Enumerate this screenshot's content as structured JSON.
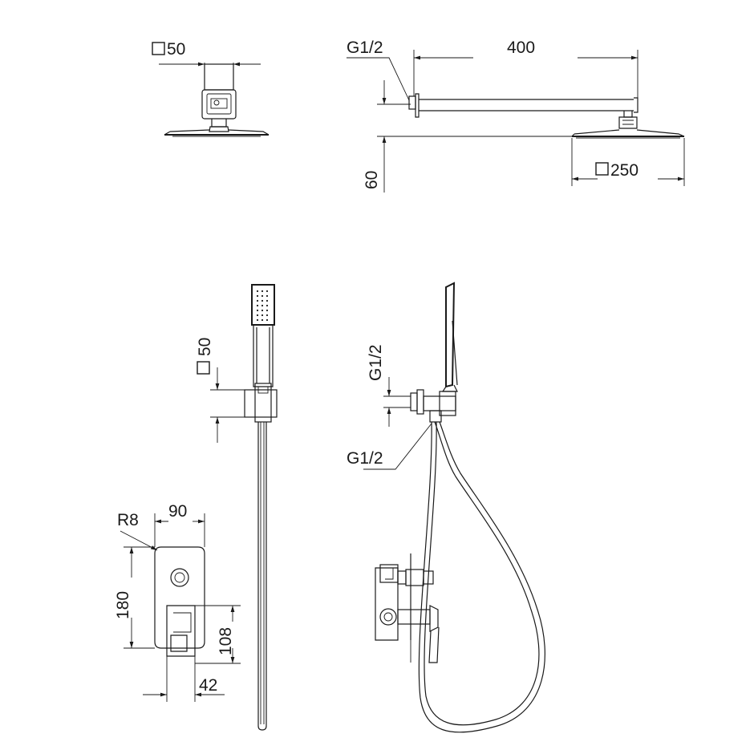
{
  "labels": {
    "top_left_square": "50",
    "thread_top": "G1/2",
    "arm_length": "400",
    "height_60": "60",
    "head_size": "250",
    "hand_square": "50",
    "thread_wall_vertical": "G1/2",
    "thread_outlet": "G1/2",
    "radius": "R8",
    "plate_width": "90",
    "plate_height": "180",
    "lever_height": "108",
    "lever_width": "42"
  }
}
